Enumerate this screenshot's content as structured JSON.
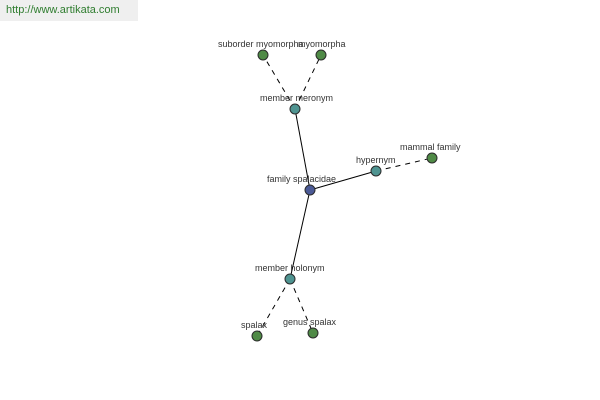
{
  "header": {
    "url": "http://www.artikata.com"
  },
  "colors": {
    "center_node": "#4b5a96",
    "relation_node": "#4f9491",
    "leaf_node": "#4f8a46",
    "node_stroke": "#2b2b2b",
    "edge": "#000000",
    "url_text": "#2f7d2f"
  },
  "graph": {
    "nodes": [
      {
        "id": "family-spalacidae",
        "label": "family spalacidae",
        "kind": "center"
      },
      {
        "id": "member-meronym",
        "label": "member meronym",
        "kind": "relation"
      },
      {
        "id": "hypernym",
        "label": "hypernym",
        "kind": "relation"
      },
      {
        "id": "member-holonym",
        "label": "member holonym",
        "kind": "relation"
      },
      {
        "id": "suborder-myomorpha",
        "label": "suborder myomorpha",
        "kind": "leaf"
      },
      {
        "id": "myomorpha",
        "label": "myomorpha",
        "kind": "leaf"
      },
      {
        "id": "mammal-family",
        "label": "mammal family",
        "kind": "leaf"
      },
      {
        "id": "spalax",
        "label": "spalax",
        "kind": "leaf"
      },
      {
        "id": "genus-spalax",
        "label": "genus spalax",
        "kind": "leaf"
      }
    ],
    "edges": [
      {
        "from": "family-spalacidae",
        "to": "member-meronym",
        "style": "solid"
      },
      {
        "from": "family-spalacidae",
        "to": "hypernym",
        "style": "solid"
      },
      {
        "from": "family-spalacidae",
        "to": "member-holonym",
        "style": "solid"
      },
      {
        "from": "member-meronym",
        "to": "suborder-myomorpha",
        "style": "dashed"
      },
      {
        "from": "member-meronym",
        "to": "myomorpha",
        "style": "dashed"
      },
      {
        "from": "hypernym",
        "to": "mammal-family",
        "style": "dashed"
      },
      {
        "from": "member-holonym",
        "to": "spalax",
        "style": "dashed"
      },
      {
        "from": "member-holonym",
        "to": "genus-spalax",
        "style": "dashed"
      }
    ]
  }
}
